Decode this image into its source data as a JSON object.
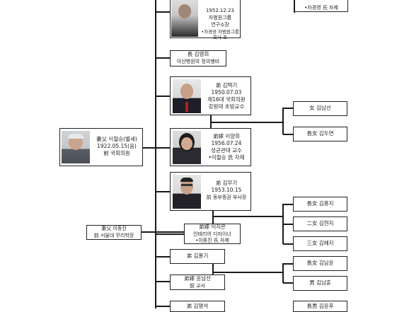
{
  "nodes": {
    "top_person": {
      "lines": [
        "1952.12.23",
        "자범원그룹",
        "연구소장",
        "•자경성 자범원그룹",
        "회사 조"
      ]
    },
    "top_right": {
      "line": "•자경영 氏 자제"
    },
    "daughter_kim_yh": {
      "lines": [
        "長 김영희",
        "아산병원의 정의행비"
      ]
    },
    "kim_taekgi": {
      "lines": [
        "弟 김택기",
        "1950.07.03",
        "제16대 국회의원",
        "강원대 초빙교수"
      ]
    },
    "kim_namseon": {
      "line": "女 김남선"
    },
    "kim_duyeon": {
      "line": "長女 김두연"
    },
    "root": {
      "lines": [
        "妻父 이철승(별세)",
        "1922.05.15(음)",
        "前 국회의원"
      ]
    },
    "lee_yanghee": {
      "lines": [
        "弟嫁 이양희",
        "1956.07.24",
        "성균관대 교수",
        "•이철승 氏 자제"
      ]
    },
    "kim_mugi": {
      "lines": [
        "弟 김무기",
        "1953.10.15",
        "前 동부증권 부사장"
      ]
    },
    "kim_hongji": {
      "line": "長女 김홍지"
    },
    "lee_jongjin": {
      "lines": [
        "妻父 이종진",
        "前 서울대 무리학장"
      ]
    },
    "lee_jieun": {
      "lines": [
        "弟嫁 이지은",
        "인테리어 디자이너",
        "•이종진 氏 자제"
      ]
    },
    "kim_hyunji": {
      "line": "二女 김현지"
    },
    "kim_hyeji": {
      "line": "三女 김혜지"
    },
    "kim_honggi": {
      "line": "弟 김홍기"
    },
    "kim_namyun": {
      "line": "長女 김남윤"
    },
    "yun_namseon": {
      "lines": [
        "弟嫁 윤남선",
        "前 교사"
      ]
    },
    "kim_namhun": {
      "line": "男 김남훈"
    },
    "bottom_left": {
      "line": "弟 김명석"
    },
    "bottom_right": {
      "line": "長男 김윤후"
    }
  }
}
